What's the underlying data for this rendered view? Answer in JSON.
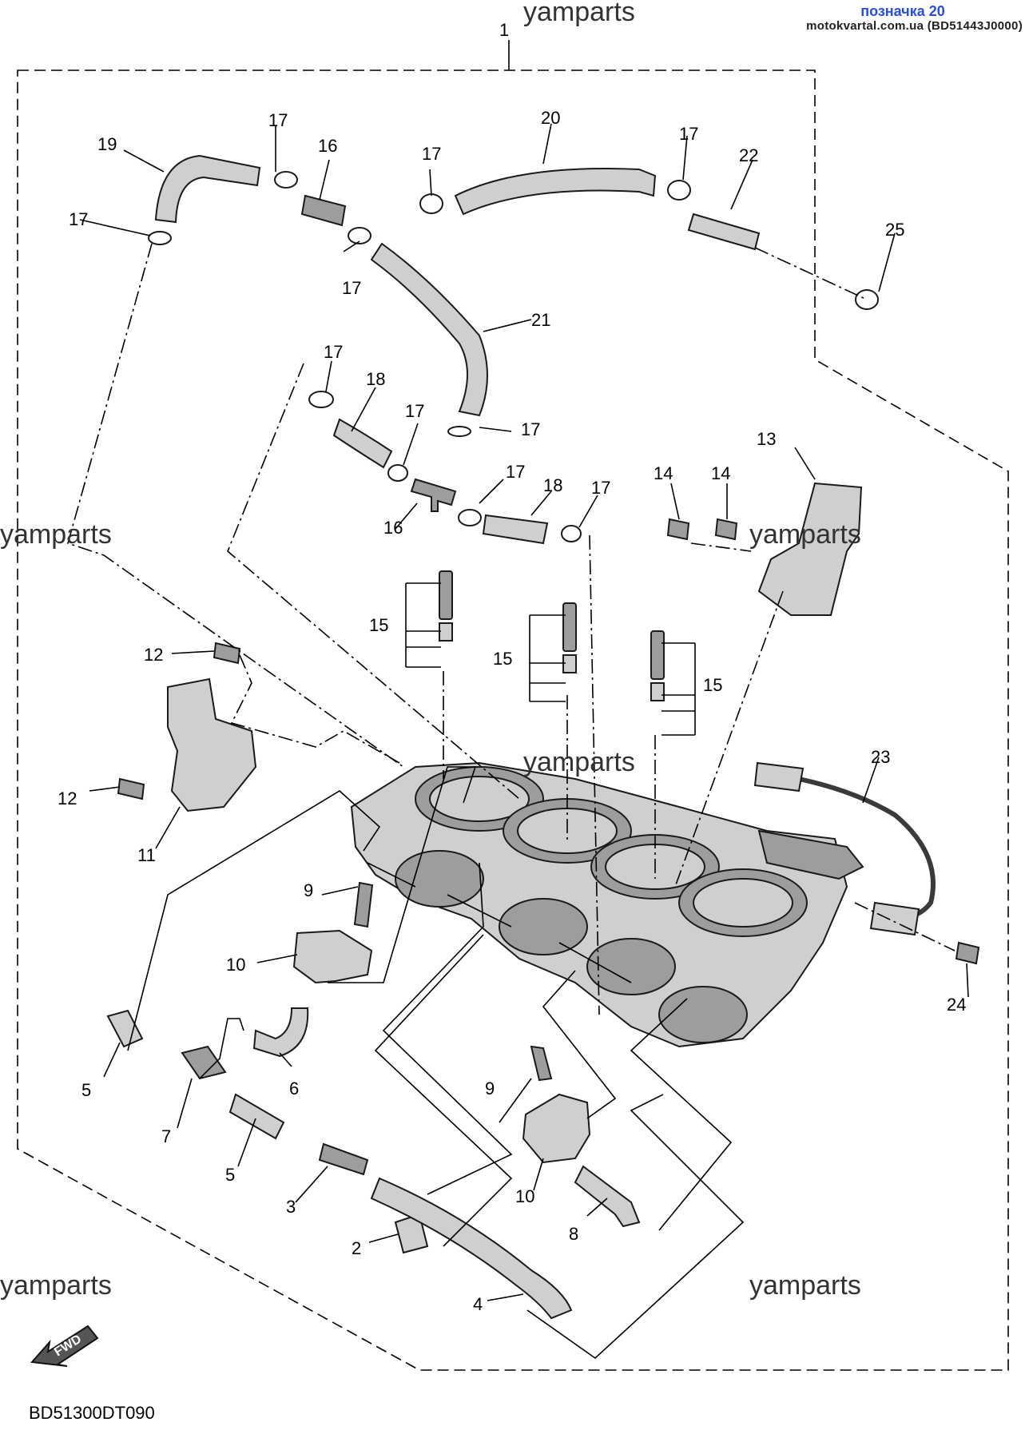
{
  "header": {
    "link_text": "позначка 20",
    "source_text": "motokvartal.com.ua (BD51443J0000)"
  },
  "watermarks": [
    "yamparts",
    "yamparts",
    "yamparts",
    "yamparts",
    "yamparts",
    "yamparts"
  ],
  "diagram_ref": "BD51300DT090",
  "fwd_label": "FWD",
  "callouts": {
    "c1": "1",
    "c2": "2",
    "c3": "3",
    "c4": "4",
    "c5a": "5",
    "c5b": "5",
    "c6": "6",
    "c7": "7",
    "c8": "8",
    "c9a": "9",
    "c9b": "9",
    "c10a": "10",
    "c10b": "10",
    "c11": "11",
    "c12a": "12",
    "c12b": "12",
    "c13": "13",
    "c14a": "14",
    "c14b": "14",
    "c15a": "15",
    "c15b": "15",
    "c15c": "15",
    "c16a": "16",
    "c16b": "16",
    "c17a": "17",
    "c17b": "17",
    "c17c": "17",
    "c17d": "17",
    "c17e": "17",
    "c17f": "17",
    "c17g": "17",
    "c17h": "17",
    "c17i": "17",
    "c17j": "17",
    "c18a": "18",
    "c18b": "18",
    "c19": "19",
    "c20": "20",
    "c21": "21",
    "c22": "22",
    "c23": "23",
    "c24": "24",
    "c25": "25"
  },
  "colors": {
    "link": "#2a4fd6",
    "line": "#000000",
    "part_fill": "#cfcfcf"
  }
}
